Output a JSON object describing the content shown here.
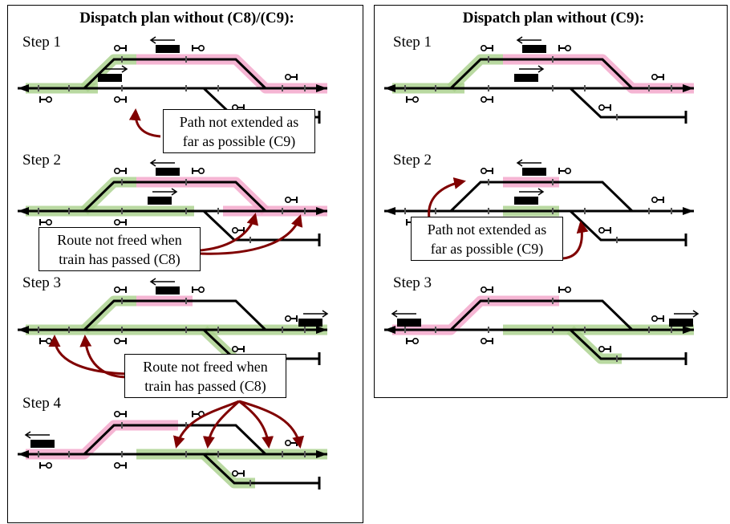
{
  "panels": [
    {
      "title": "Dispatch plan without (C8)/(C9):",
      "steps": [
        "Step 1",
        "Step 2",
        "Step 3",
        "Step 4"
      ],
      "notes": [
        [
          "Path not extended as",
          "far as possible (C9)"
        ],
        [
          "Route not freed when",
          "train has passed (C8)"
        ],
        [
          "Route not freed when",
          "train has passed (C8)"
        ]
      ]
    },
    {
      "title": "Dispatch plan without (C9):",
      "steps": [
        "Step 1",
        "Step 2",
        "Step 3"
      ],
      "notes": [
        [
          "Path not extended as",
          "far as possible (C9)"
        ]
      ]
    }
  ],
  "colors": {
    "track": "#000000",
    "route_green": "#a8cf8a",
    "route_pink": "#f2a2c8",
    "arrow": "#800000"
  },
  "icons": [
    "signal-icon",
    "train-icon",
    "curved-arrow-icon"
  ]
}
